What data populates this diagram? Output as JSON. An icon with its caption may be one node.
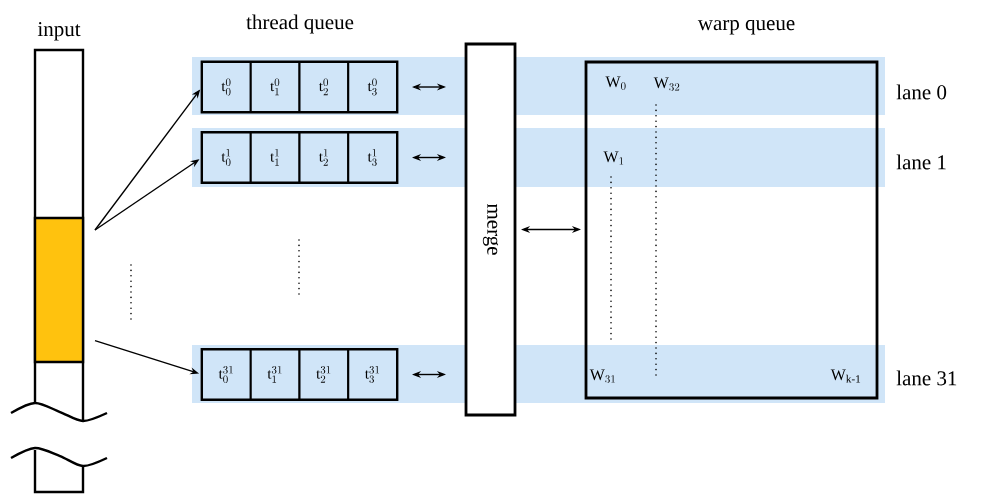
{
  "diagram": {
    "nodes": [
      {
        "text": [
          "input"
        ]
      },
      {
        "text": [],
        "shape": "bar",
        "in": 0
      },
      {
        "text": [],
        "shape": "box"
      },
      {
        "text": [
          "\\mathrm{t}_{0}^{0}"
        ],
        "in": 2
      },
      {
        "text": [
          "\\mathrm{t}_{1}^{0}"
        ],
        "in": 2
      },
      {
        "text": [
          "\\mathrm{t}_{2}^{0}"
        ],
        "in": 2
      },
      {
        "text": [
          "\\mathrm{t}_{3}^{0}"
        ],
        "in": 2
      },
      {
        "text": [],
        "shape": "box"
      },
      {
        "text": [
          "\\mathrm{t}_{0}^{1}"
        ],
        "in": 7
      },
      {
        "text": [
          "\\mathrm{t}_{1}^{1}"
        ],
        "in": 7
      },
      {
        "text": [
          "\\mathrm{t}_{2}^{1}"
        ],
        "in": 7
      },
      {
        "text": [
          "\\mathrm{t}_{3}^{1}"
        ],
        "in": 7
      },
      {
        "text": [],
        "shape": "box"
      },
      {
        "text": [
          "\\mathrm{t}_{0}^{31}"
        ],
        "in": 12
      },
      {
        "text": [
          "\\mathrm{t}_{1}^{31}"
        ],
        "in": 12
      },
      {
        "text": [
          "\\mathrm{t}_{2}^{31}"
        ],
        "in": 12
      },
      {
        "text": [
          "\\mathrm{t}_{3}^{31}"
        ],
        "in": 12
      },
      {
        "text": [
          "merge"
        ]
      },
      {
        "text": [
          "warp queue"
        ]
      }
    ],
    "edges": [
      {
        "from": 1,
        "to": 2,
        "arrow": "to"
      },
      {
        "from": 1,
        "to": 7,
        "arrow": "to"
      },
      {
        "from": 1,
        "to": 12,
        "arrow": "to"
      },
      {
        "from": 2,
        "to": 17,
        "arrow": "both"
      },
      {
        "from": 7,
        "to": 17,
        "arrow": "both"
      },
      {
        "from": 12,
        "to": 17,
        "arrow": "both"
      },
      {
        "from": 17,
        "to": 18,
        "arrow": "both"
      }
    ],
    "labels": [
      "thread queue",
      "\\mathrm{W}_{0}",
      "\\mathrm{W}_{32}",
      "lane 0",
      "\\mathrm{W}_{1}",
      "lane 1",
      "\\mathrm{W}_{31}",
      "\\mathrm{W}_{\\text{k-1}}",
      "lane 31"
    ]
  }
}
